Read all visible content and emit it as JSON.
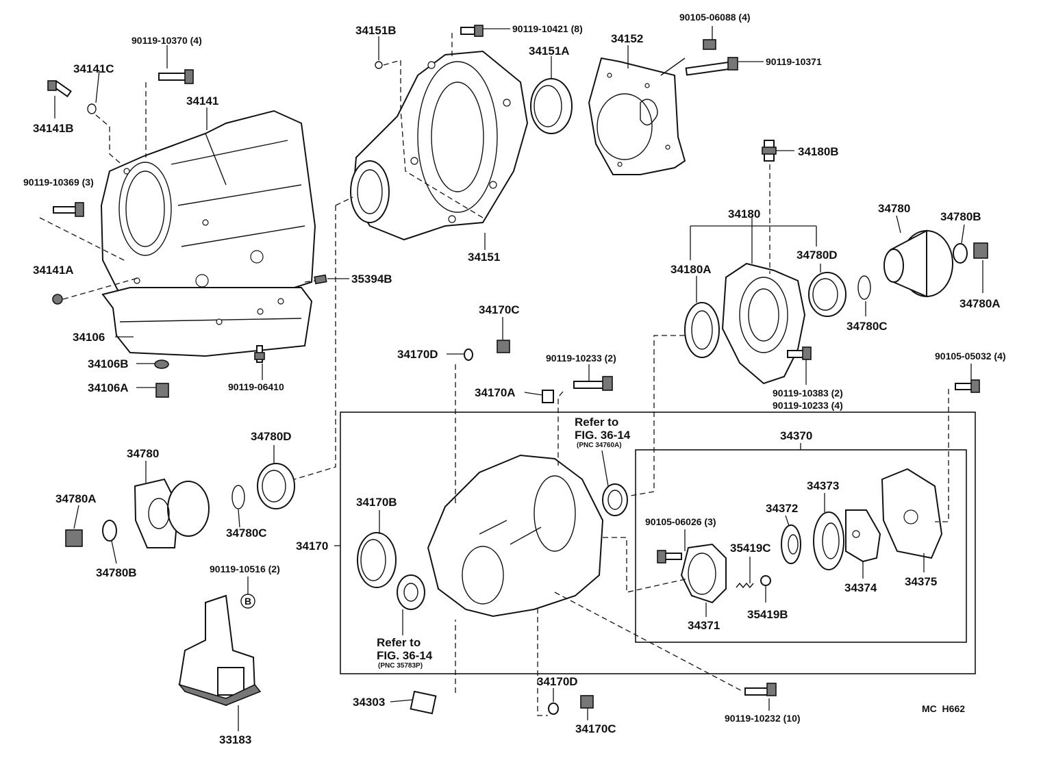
{
  "labels": {
    "p34141C": "34141C",
    "p90119_10370": "90119-10370 (4)",
    "p34141": "34141",
    "p34141B": "34141B",
    "p90119_10369": "90119-10369 (3)",
    "p34141A": "34141A",
    "p34106": "34106",
    "p34106B": "34106B",
    "p34106A": "34106A",
    "p90119_06410": "90119-06410",
    "p35394B": "35394B",
    "p34151B": "34151B",
    "p90119_10421": "90119-10421 (8)",
    "p34151A": "34151A",
    "p34151": "34151",
    "p34152": "34152",
    "p90105_06088": "90105-06088 (4)",
    "p90119_10371": "90119-10371",
    "p34180B": "34180B",
    "p34180": "34180",
    "p34180A": "34180A",
    "p34780D_r": "34780D",
    "p34780_r": "34780",
    "p34780B_r": "34780B",
    "p34780A_r": "34780A",
    "p34780C_r": "34780C",
    "p90119_10383": "90119-10383 (2)",
    "p90119_10233_4": "90119-10233 (4)",
    "p90105_05032": "90105-05032 (4)",
    "p34170C_top": "34170C",
    "p34170D_top": "34170D",
    "p90119_10233_2": "90119-10233 (2)",
    "p34170A": "34170A",
    "p34370": "34370",
    "p34373": "34373",
    "p34372": "34372",
    "p90105_06026": "90105-06026 (3)",
    "p35419C": "35419C",
    "p34374": "34374",
    "p34375": "34375",
    "p34371": "34371",
    "p35419B": "35419B",
    "p34170B": "34170B",
    "p34170": "34170",
    "p34780D_l": "34780D",
    "p34780_l": "34780",
    "p34780A_l": "34780A",
    "p34780C_l": "34780C",
    "p34780B_l": "34780B",
    "p90119_10516": "90119-10516 (2)",
    "circleB": "B",
    "p33183": "33183",
    "p34303": "34303",
    "p34170D_bot": "34170D",
    "p34170C_bot": "34170C",
    "p90119_10232": "90119-10232 (10)",
    "code": "MC  H662"
  },
  "references": {
    "upper": {
      "line1": "Refer to",
      "line2": "FIG. 36-14",
      "pnc": "(PNC 34760A)"
    },
    "lower": {
      "line1": "Refer to",
      "line2": "FIG. 36-14",
      "pnc": "(PNC 35783P)"
    }
  }
}
